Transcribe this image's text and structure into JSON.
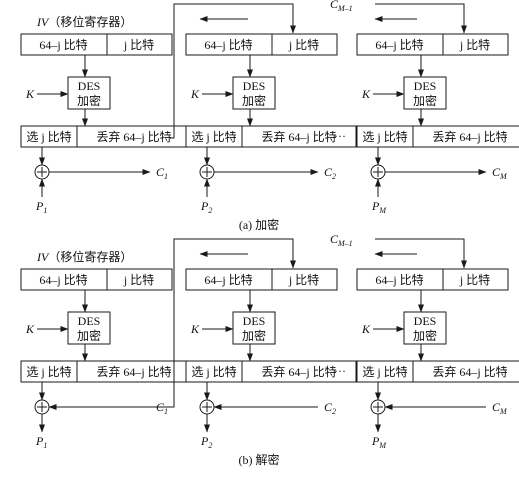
{
  "iv_label": "IV（移位寄存器）",
  "shift_register": {
    "left": "64–j 比特",
    "right": "j 比特"
  },
  "des": {
    "line1": "DES",
    "line2": "加密"
  },
  "select": {
    "left": "选 j 比特",
    "right": "丢弃 64–j 比特"
  },
  "key_label": "K",
  "xor_symbol": "⊕",
  "ellipsis": "···",
  "c_feedback": "C",
  "c_feedback_sub": "M–1",
  "plaintexts": [
    {
      "main": "P",
      "sub": "1"
    },
    {
      "main": "P",
      "sub": "2"
    },
    {
      "main": "P",
      "sub": "M"
    }
  ],
  "ciphertexts": [
    {
      "main": "C",
      "sub": "1"
    },
    {
      "main": "C",
      "sub": "2"
    },
    {
      "main": "C",
      "sub": "M"
    }
  ],
  "captions": {
    "a": "(a)  加密",
    "b": "(b)  解密"
  }
}
